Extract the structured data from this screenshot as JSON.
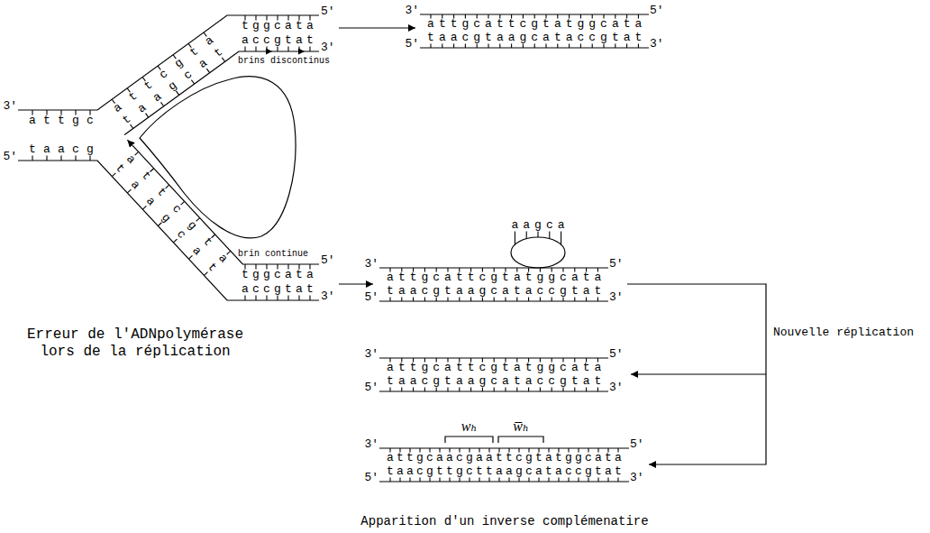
{
  "diagram": {
    "labels": [
      "3'",
      "attgc",
      "attcgta",
      "tggcata",
      "5'",
      "taagcat",
      "accgtat",
      "3'",
      "brins discontinus",
      "3'",
      "attgcattcgtatggcata",
      "5'",
      "taacgtaagcataccgtat",
      "5'",
      "3'",
      "5'",
      "taacg",
      "taagcat",
      "attcgta",
      "brin continue",
      "5'",
      "tggcata",
      "accgtat",
      "3'",
      "Erreur de l'ADNpolymérase lors de la réplication",
      "aagca",
      "3'",
      "attgcattcgtatggcata",
      "5'",
      "taacgtaagcataccgtat",
      "5'",
      "3'",
      "Nouvelle réplication",
      "3'",
      "attgcattcgtatggcata",
      "5'",
      "taacgtaagcataccgtat",
      "5'",
      "3'",
      "wₕ",
      "w̅ₕ",
      "3'",
      "attgcaacgaattcgtatggcata",
      "5'",
      "taacgttgcttaagcataccgtat",
      "5'",
      "3'",
      "Apparition d'un inverse complémenatire"
    ]
  }
}
